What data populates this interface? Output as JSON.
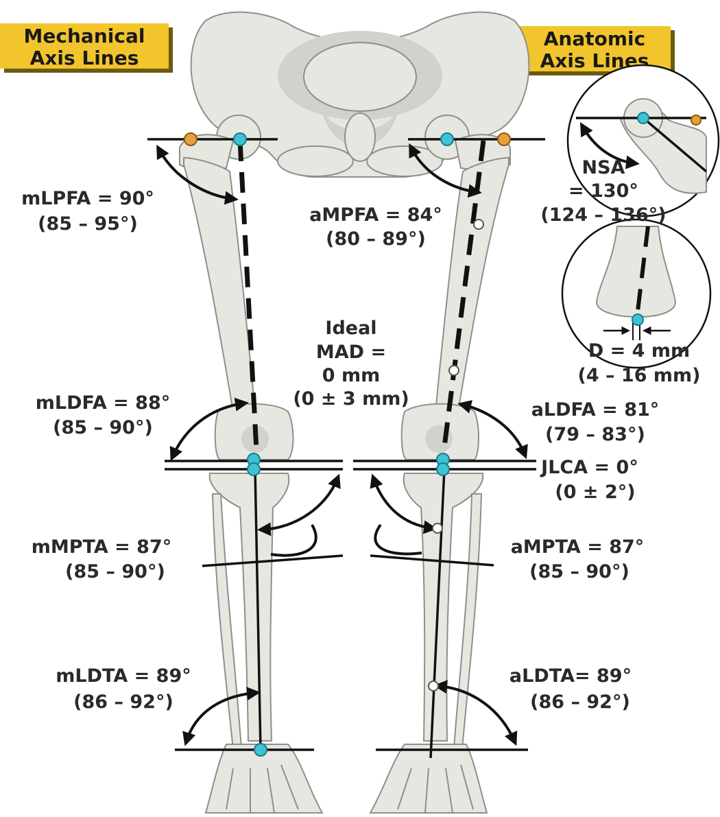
{
  "headers": {
    "left": {
      "line1": "Mechanical",
      "line2": "Axis Lines"
    },
    "right": {
      "line1": "Anatomic",
      "line2": "Axis Lines"
    }
  },
  "colors": {
    "header_box": "#f3c52c",
    "joint_dot": "#3fc3d4",
    "trochanter_dot": "#e6a13a",
    "bone": "#e7e7e2",
    "line": "#111111"
  },
  "labels": {
    "mlpfa": {
      "name": "mLPFA = 90°",
      "range": "(85 – 95°)"
    },
    "ampfa": {
      "name": "aMPFA = 84°",
      "range": "(80 – 89°)"
    },
    "nsa": {
      "name": "NSA",
      "value": "= 130°",
      "range": "(124 – 136°)"
    },
    "mad": {
      "line1": "Ideal",
      "line2": "MAD =",
      "line3": "0 mm",
      "range": "(0 ± 3 mm)"
    },
    "d": {
      "name": "D = 4 mm",
      "range": "(4 – 16 mm)"
    },
    "mldfa": {
      "name": "mLDFA = 88°",
      "range": "(85 – 90°)"
    },
    "aldfa": {
      "name": "aLDFA = 81°",
      "range": "(79 – 83°)"
    },
    "jlca": {
      "name": "JLCA = 0°",
      "range": "(0 ± 2°)"
    },
    "mmpta": {
      "name": "mMPTA = 87°",
      "range": "(85 – 90°)"
    },
    "ampta": {
      "name": "aMPTA = 87°",
      "range": "(85 – 90°)"
    },
    "mldta": {
      "name": "mLDTA = 89°",
      "range": "(86 – 92°)"
    },
    "aldta": {
      "name": "aLDTA= 89°",
      "range": "(86 – 92°)"
    }
  }
}
